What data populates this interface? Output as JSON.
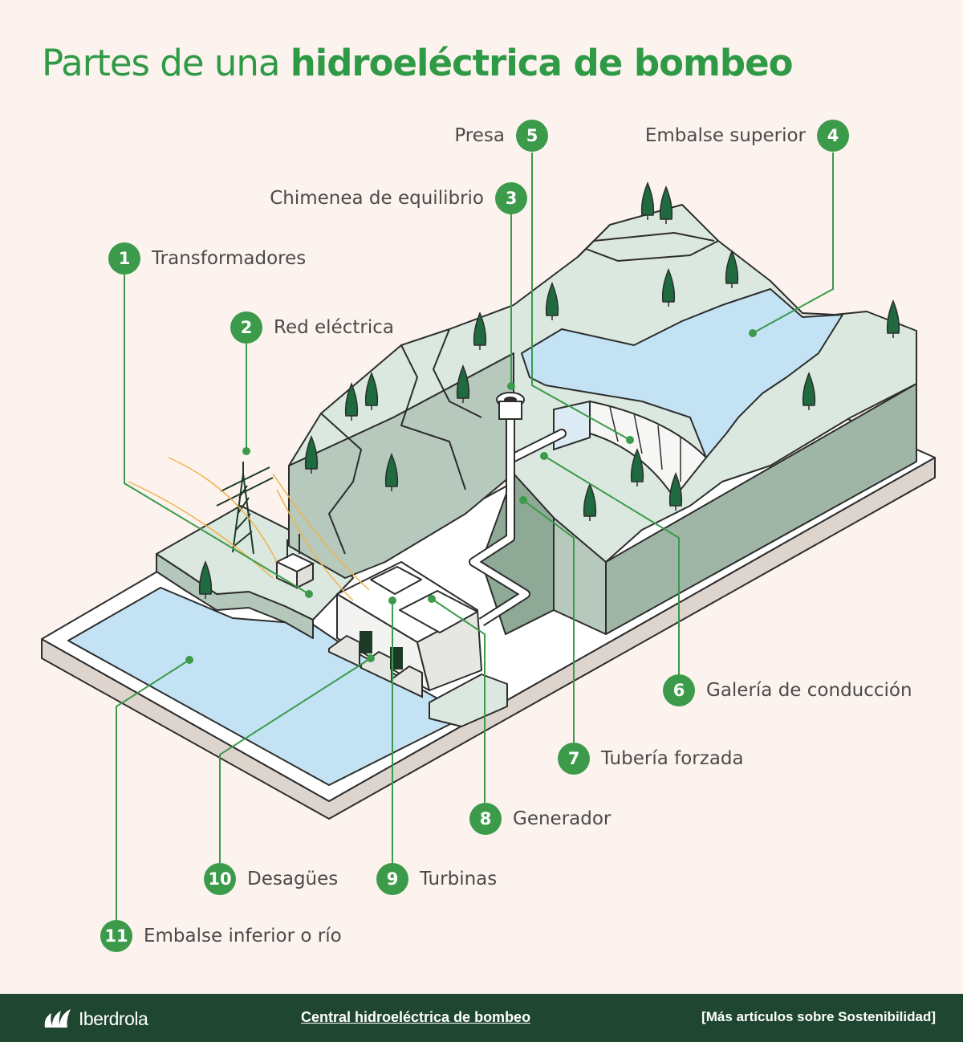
{
  "title": {
    "regular": "Partes de una ",
    "bold": "hidroeléctrica de bombeo"
  },
  "labels": [
    {
      "num": "1",
      "text": "Transformadores"
    },
    {
      "num": "2",
      "text": "Red eléctrica"
    },
    {
      "num": "3",
      "text": "Chimenea de equilibrio"
    },
    {
      "num": "4",
      "text": "Embalse superior"
    },
    {
      "num": "5",
      "text": "Presa"
    },
    {
      "num": "6",
      "text": "Galería de conducción"
    },
    {
      "num": "7",
      "text": "Tubería forzada"
    },
    {
      "num": "8",
      "text": "Generador"
    },
    {
      "num": "9",
      "text": "Turbinas"
    },
    {
      "num": "10",
      "text": "Desagües"
    },
    {
      "num": "11",
      "text": "Embalse inferior o río"
    }
  ],
  "footer": {
    "brand": "Iberdrola",
    "link": "Central hidroeléctrica de bombeo",
    "more": "[Más artículos sobre Sostenibilidad]"
  },
  "colors": {
    "background": "#fcf3ee",
    "accent": "#3c9a4b",
    "water": "#c3e3f5",
    "terrain_top": "#dbe8df",
    "terrain_side": "#a8bfb0",
    "footer": "#1e4630"
  }
}
